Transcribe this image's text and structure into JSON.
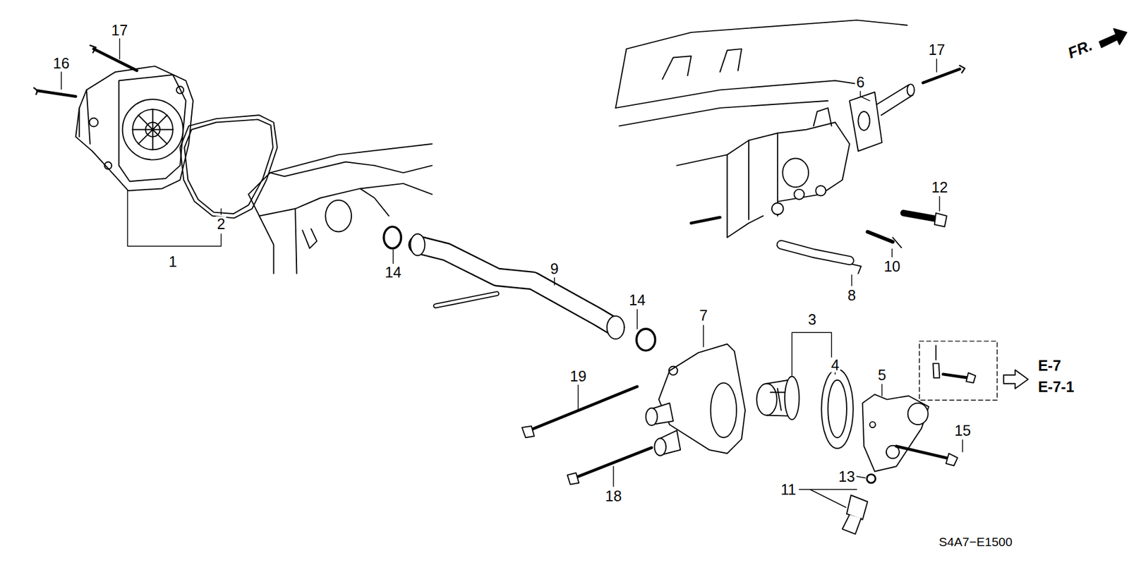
{
  "diagram": {
    "labels": [
      "17",
      "16",
      "17",
      "FR.",
      "6",
      "12",
      "2",
      "1",
      "9",
      "14",
      "10",
      "8",
      "14",
      "7",
      "3",
      "4",
      "5",
      "E-7",
      "E-7-1",
      "19",
      "15",
      "13",
      "11",
      "18",
      "S4A7−E1500"
    ]
  }
}
